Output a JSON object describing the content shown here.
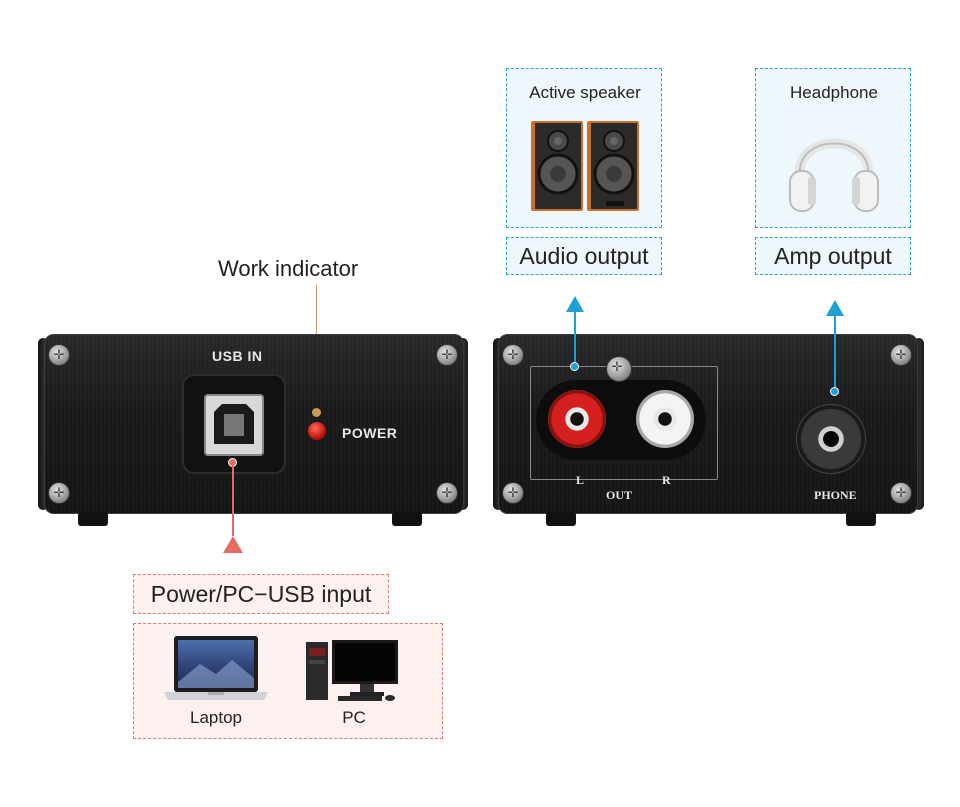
{
  "callouts": {
    "work_indicator": "Work indicator",
    "audio_output": "Audio output",
    "amp_output": "Amp output",
    "power_usb_input": "Power/PC−USB input",
    "active_speaker": "Active speaker",
    "headphone": "Headphone",
    "laptop": "Laptop",
    "pc": "PC"
  },
  "front_panel": {
    "usb_in": "USB IN",
    "power": "POWER"
  },
  "rear_panel": {
    "left": "L",
    "right": "R",
    "out": "OUT",
    "phone": "PHONE"
  },
  "colors": {
    "accent_blue": "#1e9fd5",
    "accent_red": "#e86a5f"
  }
}
